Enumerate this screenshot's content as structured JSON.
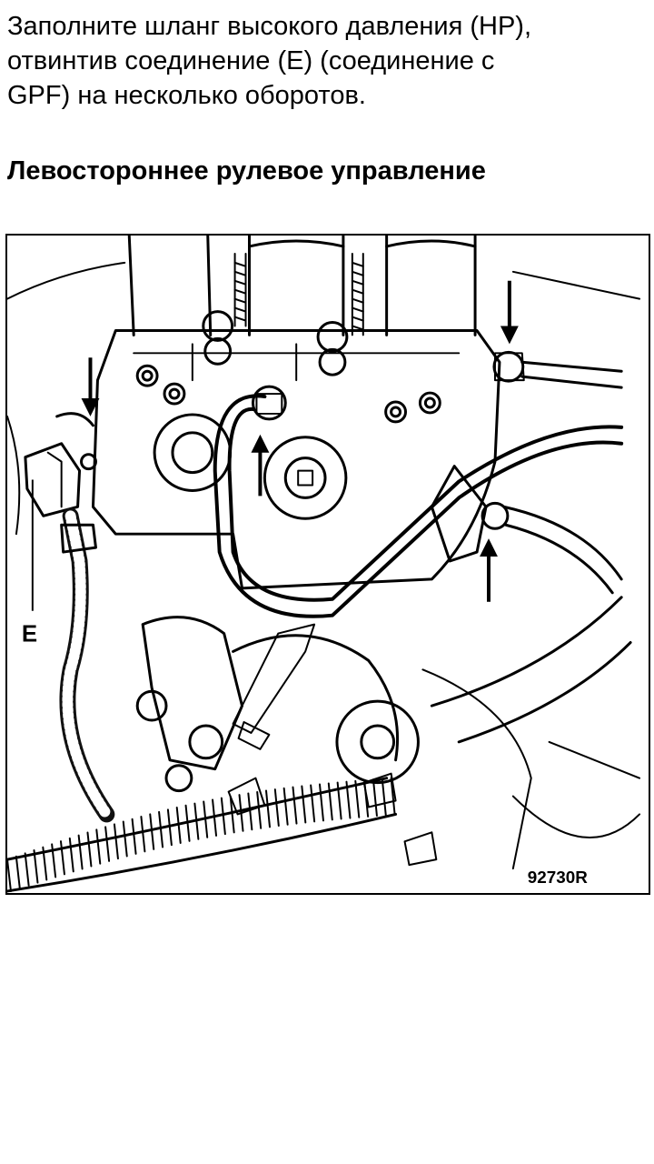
{
  "instruction": {
    "text": "Заполните шланг высокого давления (HP),\nотвинтив соединение (E) (соединение с\nGPF) на несколько оборотов."
  },
  "section": {
    "title": "Левостороннее рулевое управление"
  },
  "figure": {
    "label_e": "E",
    "code": "92730R",
    "icons": [
      "arrow-down-icon",
      "arrow-up-icon"
    ]
  }
}
